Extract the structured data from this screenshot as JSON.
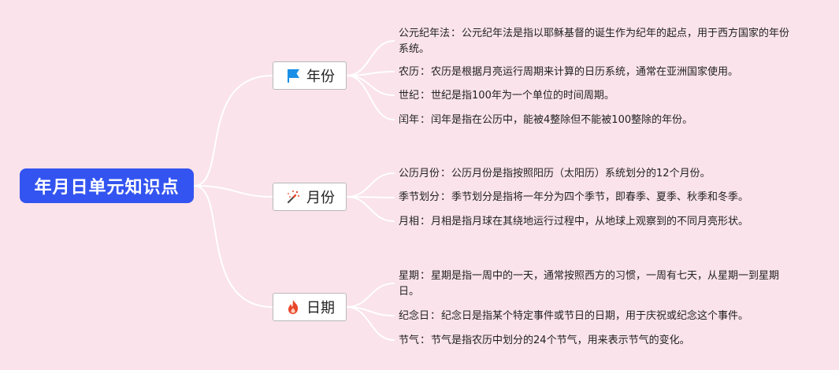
{
  "root": {
    "label": "年月日单元知识点"
  },
  "branches": [
    {
      "label": "年份",
      "icon": "flag-icon",
      "items": [
        {
          "term": "公元纪年法",
          "desc": "公元纪年法是指以耶稣基督的诞生作为纪年的起点，用于西方国家的年份系统。"
        },
        {
          "term": "农历",
          "desc": "农历是根据月亮运行周期来计算的日历系统，通常在亚洲国家使用。"
        },
        {
          "term": "世纪",
          "desc": "世纪是指100年为一个单位的时间周期。"
        },
        {
          "term": "闰年",
          "desc": "闰年是指在公历中，能被4整除但不能被100整除的年份。"
        }
      ]
    },
    {
      "label": "月份",
      "icon": "magic-wand-icon",
      "items": [
        {
          "term": "公历月份",
          "desc": "公历月份是指按照阳历（太阳历）系统划分的12个月份。"
        },
        {
          "term": "季节划分",
          "desc": "季节划分是指将一年分为四个季节，即春季、夏季、秋季和冬季。"
        },
        {
          "term": "月相",
          "desc": "月相是指月球在其绕地运行过程中，从地球上观察到的不同月亮形状。"
        }
      ]
    },
    {
      "label": "日期",
      "icon": "fire-icon",
      "items": [
        {
          "term": "星期",
          "desc": "星期是指一周中的一天，通常按照西方的习惯，一周有七天，从星期一到星期日。"
        },
        {
          "term": "纪念日",
          "desc": "纪念日是指某个特定事件或节日的日期，用于庆祝或纪念这个事件。"
        },
        {
          "term": "节气",
          "desc": "节气是指农历中划分的24个节气，用来表示节气的变化。"
        }
      ]
    }
  ],
  "separator": "：",
  "colors": {
    "background": "#fae3ea",
    "root": "#3354f0",
    "line": "#ffffff",
    "flag": "#1a8fe6",
    "fire": "#e8472b"
  }
}
